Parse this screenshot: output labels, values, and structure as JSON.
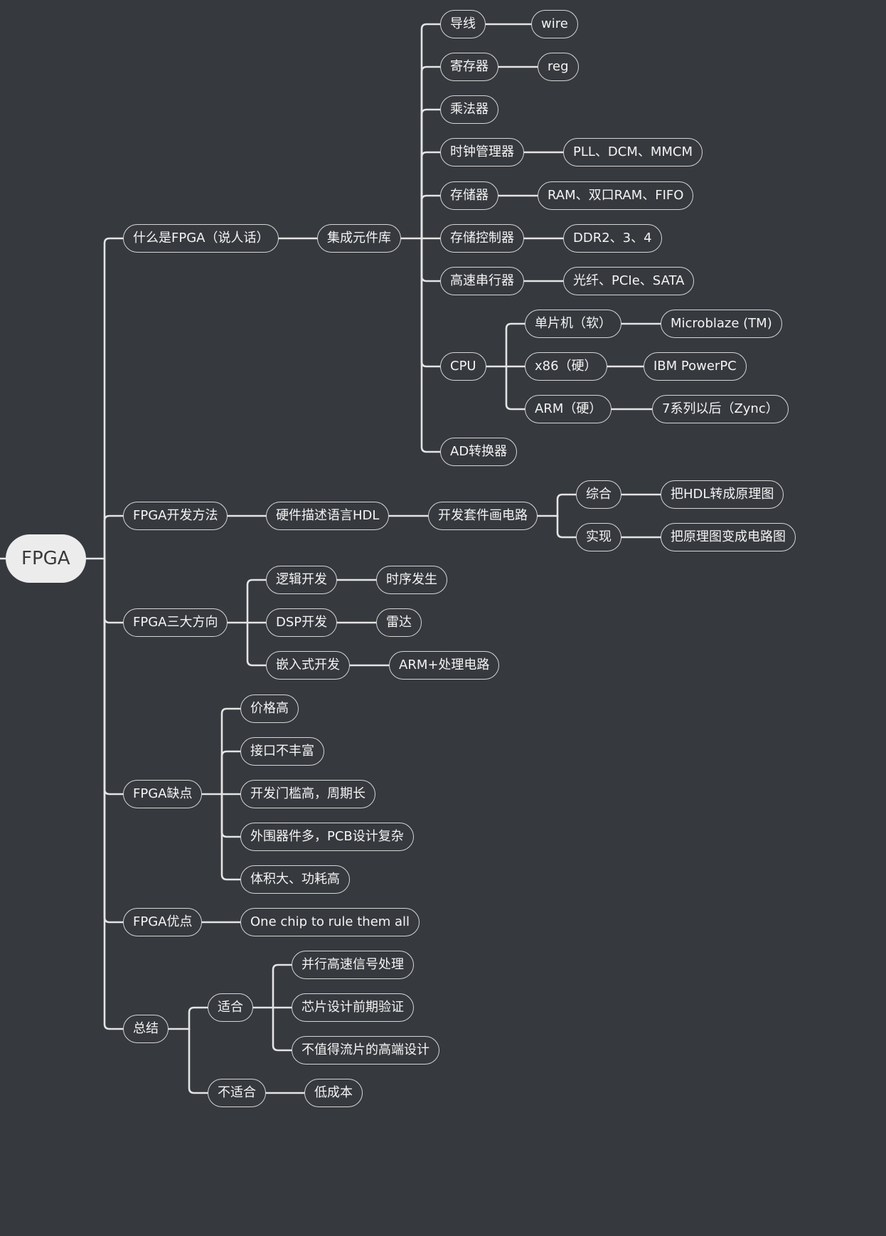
{
  "mindmap": {
    "root": "FPGA",
    "branches": [
      {
        "label": "什么是FPGA（说人话）",
        "children": [
          {
            "label": "集成元件库",
            "children": [
              {
                "label": "导线",
                "children": [
                  {
                    "label": "wire"
                  }
                ]
              },
              {
                "label": "寄存器",
                "children": [
                  {
                    "label": "reg"
                  }
                ]
              },
              {
                "label": "乘法器"
              },
              {
                "label": "时钟管理器",
                "children": [
                  {
                    "label": "PLL、DCM、MMCM"
                  }
                ]
              },
              {
                "label": "存储器",
                "children": [
                  {
                    "label": "RAM、双口RAM、FIFO"
                  }
                ]
              },
              {
                "label": "存储控制器",
                "children": [
                  {
                    "label": "DDR2、3、4"
                  }
                ]
              },
              {
                "label": "高速串行器",
                "children": [
                  {
                    "label": "光纤、PCIe、SATA"
                  }
                ]
              },
              {
                "label": "CPU",
                "children": [
                  {
                    "label": "单片机（软）",
                    "children": [
                      {
                        "label": "Microblaze (TM)"
                      }
                    ]
                  },
                  {
                    "label": "x86（硬）",
                    "children": [
                      {
                        "label": "IBM PowerPC"
                      }
                    ]
                  },
                  {
                    "label": "ARM（硬）",
                    "children": [
                      {
                        "label": "7系列以后（Zync）"
                      }
                    ]
                  }
                ]
              },
              {
                "label": "AD转换器"
              }
            ]
          }
        ]
      },
      {
        "label": "FPGA开发方法",
        "children": [
          {
            "label": "硬件描述语言HDL",
            "children": [
              {
                "label": "开发套件画电路",
                "children": [
                  {
                    "label": "综合",
                    "children": [
                      {
                        "label": "把HDL转成原理图"
                      }
                    ]
                  },
                  {
                    "label": "实现",
                    "children": [
                      {
                        "label": "把原理图变成电路图"
                      }
                    ]
                  }
                ]
              }
            ]
          }
        ]
      },
      {
        "label": "FPGA三大方向",
        "children": [
          {
            "label": "逻辑开发",
            "children": [
              {
                "label": "时序发生"
              }
            ]
          },
          {
            "label": "DSP开发",
            "children": [
              {
                "label": "雷达"
              }
            ]
          },
          {
            "label": "嵌入式开发",
            "children": [
              {
                "label": "ARM+处理电路"
              }
            ]
          }
        ]
      },
      {
        "label": "FPGA缺点",
        "children": [
          {
            "label": "价格高"
          },
          {
            "label": "接口不丰富"
          },
          {
            "label": "开发门槛高，周期长"
          },
          {
            "label": "外围器件多，PCB设计复杂"
          },
          {
            "label": "体积大、功耗高"
          }
        ]
      },
      {
        "label": "FPGA优点",
        "children": [
          {
            "label": "One chip to rule them all"
          }
        ]
      },
      {
        "label": "总结",
        "children": [
          {
            "label": "适合",
            "children": [
              {
                "label": "并行高速信号处理"
              },
              {
                "label": "芯片设计前期验证"
              },
              {
                "label": "不值得流片的高端设计"
              }
            ]
          },
          {
            "label": "不适合",
            "children": [
              {
                "label": "低成本"
              }
            ]
          }
        ]
      }
    ]
  },
  "colors": {
    "background": "#36393e",
    "line": "#e4e4e4",
    "node_border": "#d6d6d6",
    "node_text": "#f4f4f4",
    "root_fill": "#ececec",
    "root_text": "#3a3a3a"
  }
}
